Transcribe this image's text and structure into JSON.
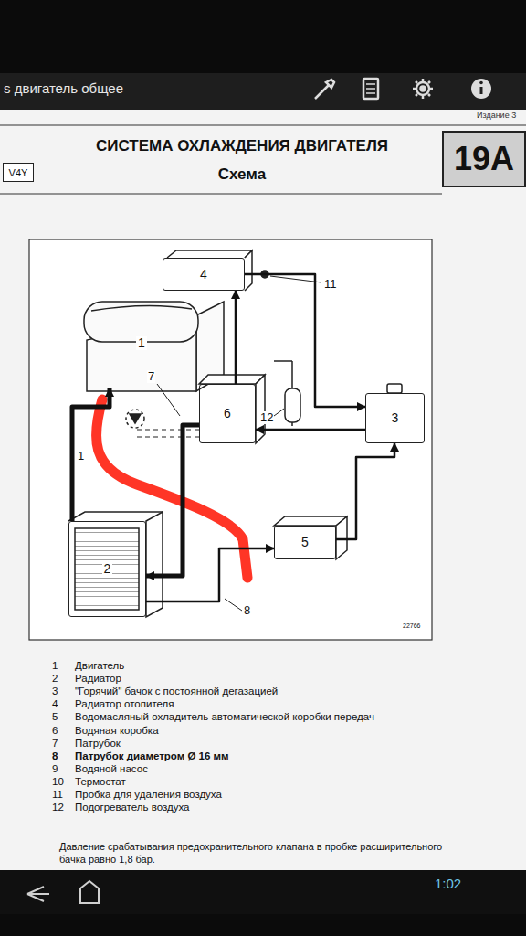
{
  "diagram": {
    "title": "СИСТЕМА ОХЛАЖДЕНИЯ ДВИГАТЕЛЯ",
    "nodes": [
      {
        "text": [
          "V4Y"
        ]
      },
      {
        "text": [
          "19A"
        ]
      },
      {
        "text": [
          "4"
        ]
      },
      {
        "text": [
          "1"
        ]
      },
      {
        "text": [
          "6"
        ]
      },
      {
        "text": [
          "3"
        ]
      },
      {
        "text": [
          "2"
        ]
      },
      {
        "text": [
          "5"
        ]
      }
    ],
    "edges": [
      {
        "from": 4,
        "to": 6,
        "arrow": "to"
      },
      {
        "from": 6,
        "to": 3,
        "arrow": "to"
      },
      {
        "from": 4,
        "to": 2,
        "arrow": "to"
      },
      {
        "from": 2,
        "to": 5,
        "arrow": "to"
      },
      {
        "from": 5,
        "to": 4,
        "arrow": "to"
      },
      {
        "from": 7,
        "to": 5,
        "arrow": "to"
      },
      {
        "from": 6,
        "to": 7,
        "arrow": "to"
      }
    ],
    "labels": [
      "s двигатель общее",
      "Издание 3",
      "Схема",
      "11",
      "7",
      "12",
      "1",
      "8",
      "22766",
      "1",
      "Двигатель",
      "2",
      "Радиатор",
      "3",
      "\"Горячий\" бачок с постоянной дегазацией",
      "4",
      "Радиатор отопителя",
      "5",
      "Водомасляный охладитель автоматической коробки передач",
      "6",
      "Водяная коробка",
      "7",
      "Патрубок",
      "8",
      "Патрубок диаметром Ø 16 мм",
      "9",
      "Водяной насос",
      "10",
      "Термостат",
      "11",
      "Пробка для удаления воздуха",
      "12",
      "Подогреватель воздуха",
      "Давление срабатывания предохранительного клапана в пробке расширительного бачка равно 1,8 бар.",
      "1:02"
    ]
  }
}
